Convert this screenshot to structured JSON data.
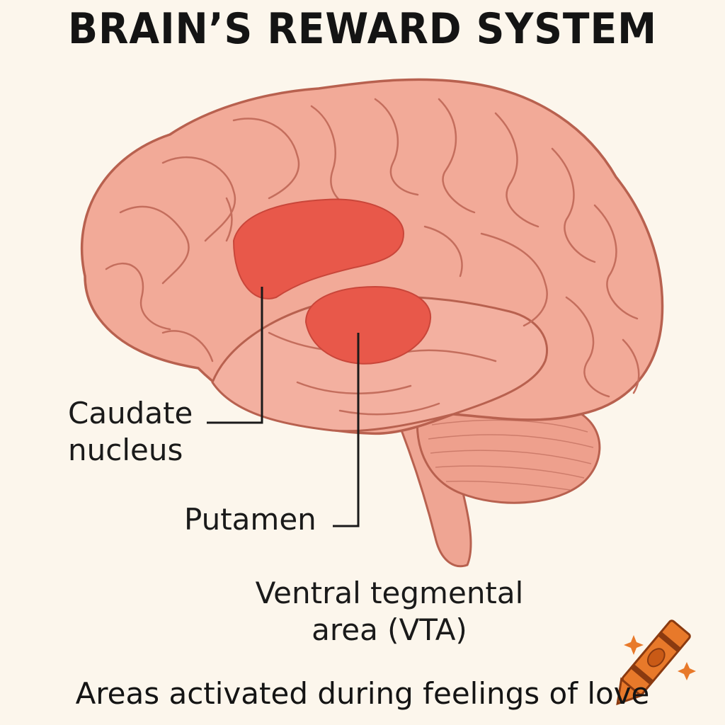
{
  "title": "BRAIN’S REWARD SYSTEM",
  "labels": {
    "caudate_line1": "Caudate",
    "caudate_line2": "nucleus",
    "putamen": "Putamen",
    "vta_line1": "Ventral tegmental",
    "vta_line2": "area (VTA)"
  },
  "caption": "Areas activated during feelings of love",
  "colors": {
    "background": "#fcf6ec",
    "brain_fill": "#f2aa98",
    "brain_outline": "#b8614f",
    "highlight": "#e8584a",
    "crayon": "#e8792a"
  },
  "icons": {
    "crayon": "crayon-icon",
    "sparkle": "sparkle-icon"
  }
}
